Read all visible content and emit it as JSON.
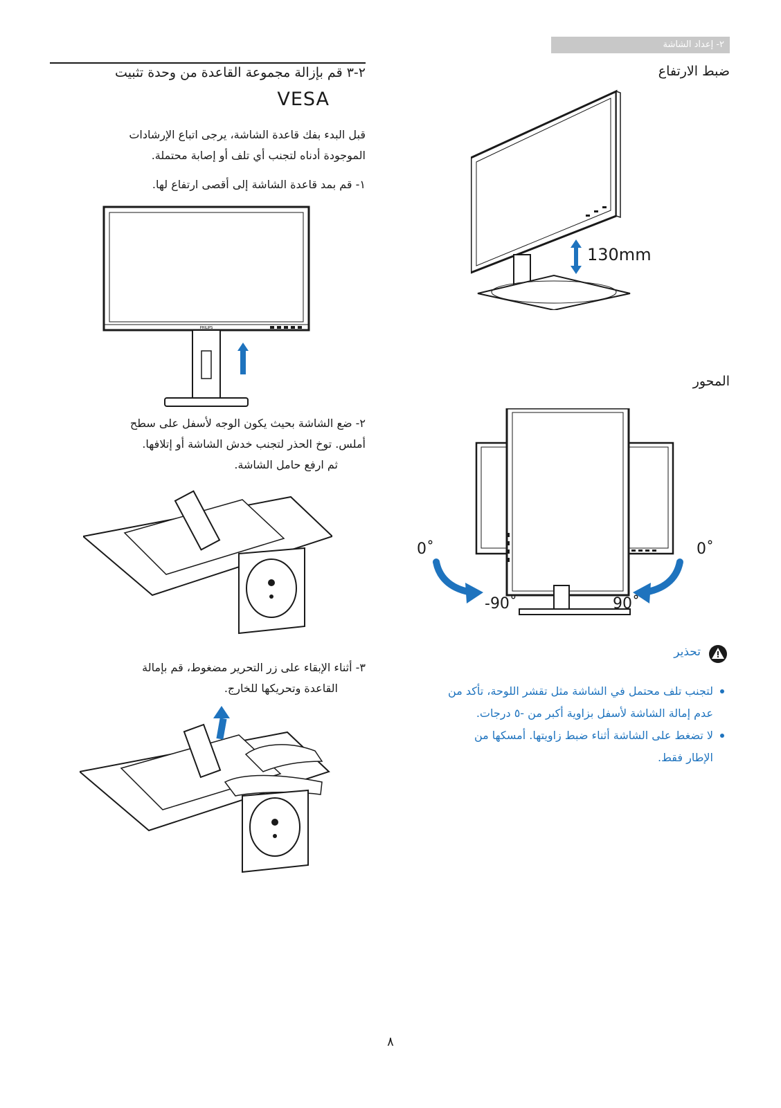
{
  "header": {
    "section_tab": "٢- إعداد الشاشة"
  },
  "left": {
    "title_line1": "٢-٣ قم بإزالة مجموعة القاعدة من وحدة تثبيت",
    "title_line2": "VESA",
    "intro_line1": "قبل البدء بفك قاعدة الشاشة، يرجى اتباع الإرشادات",
    "intro_line2": "الموجودة أدناه لتجنب أي تلف أو إصابة محتملة.",
    "step1": "١-  قم بمد قاعدة الشاشة إلى أقصى ارتفاع لها.",
    "step2_line1": "٢-  ضع الشاشة بحيث يكون الوجه لأسفل على سطح",
    "step2_line2": "أملس. توخ الحذر لتجنب خدش الشاشة أو إتلافها.",
    "step2_line3": "ثم ارفع حامل الشاشة.",
    "step3_line1": "٣-  أثناء الإبقاء على زر التحرير مضغوط، قم بإمالة",
    "step3_line2": "القاعدة وتحريكها للخارج.",
    "monitor_brand": "PHILIPS"
  },
  "right": {
    "height_title": "ضبط الارتفاع",
    "height_value": "130mm",
    "pivot_title": "المحور",
    "angle_left_top": "0˚",
    "angle_right_top": "0˚",
    "angle_left_bottom": "-90˚",
    "angle_right_bottom": "90˚",
    "warning_title": "تحذير",
    "warning_bullet1_line1": "لتجنب تلف محتمل في الشاشة مثل تقشر اللوحة، تأكد من",
    "warning_bullet1_line2": "عدم إمالة الشاشة لأسفل بزاوية أكبر من -٥ درجات.",
    "warning_bullet2_line1": "لا تضغط على الشاشة أثناء ضبط زاويتها. أمسكها من",
    "warning_bullet2_line2": "الإطار فقط."
  },
  "footer": {
    "page_number": "٨"
  },
  "colors": {
    "accent_blue": "#1e73be",
    "tab_gray": "#c8c8c8"
  }
}
